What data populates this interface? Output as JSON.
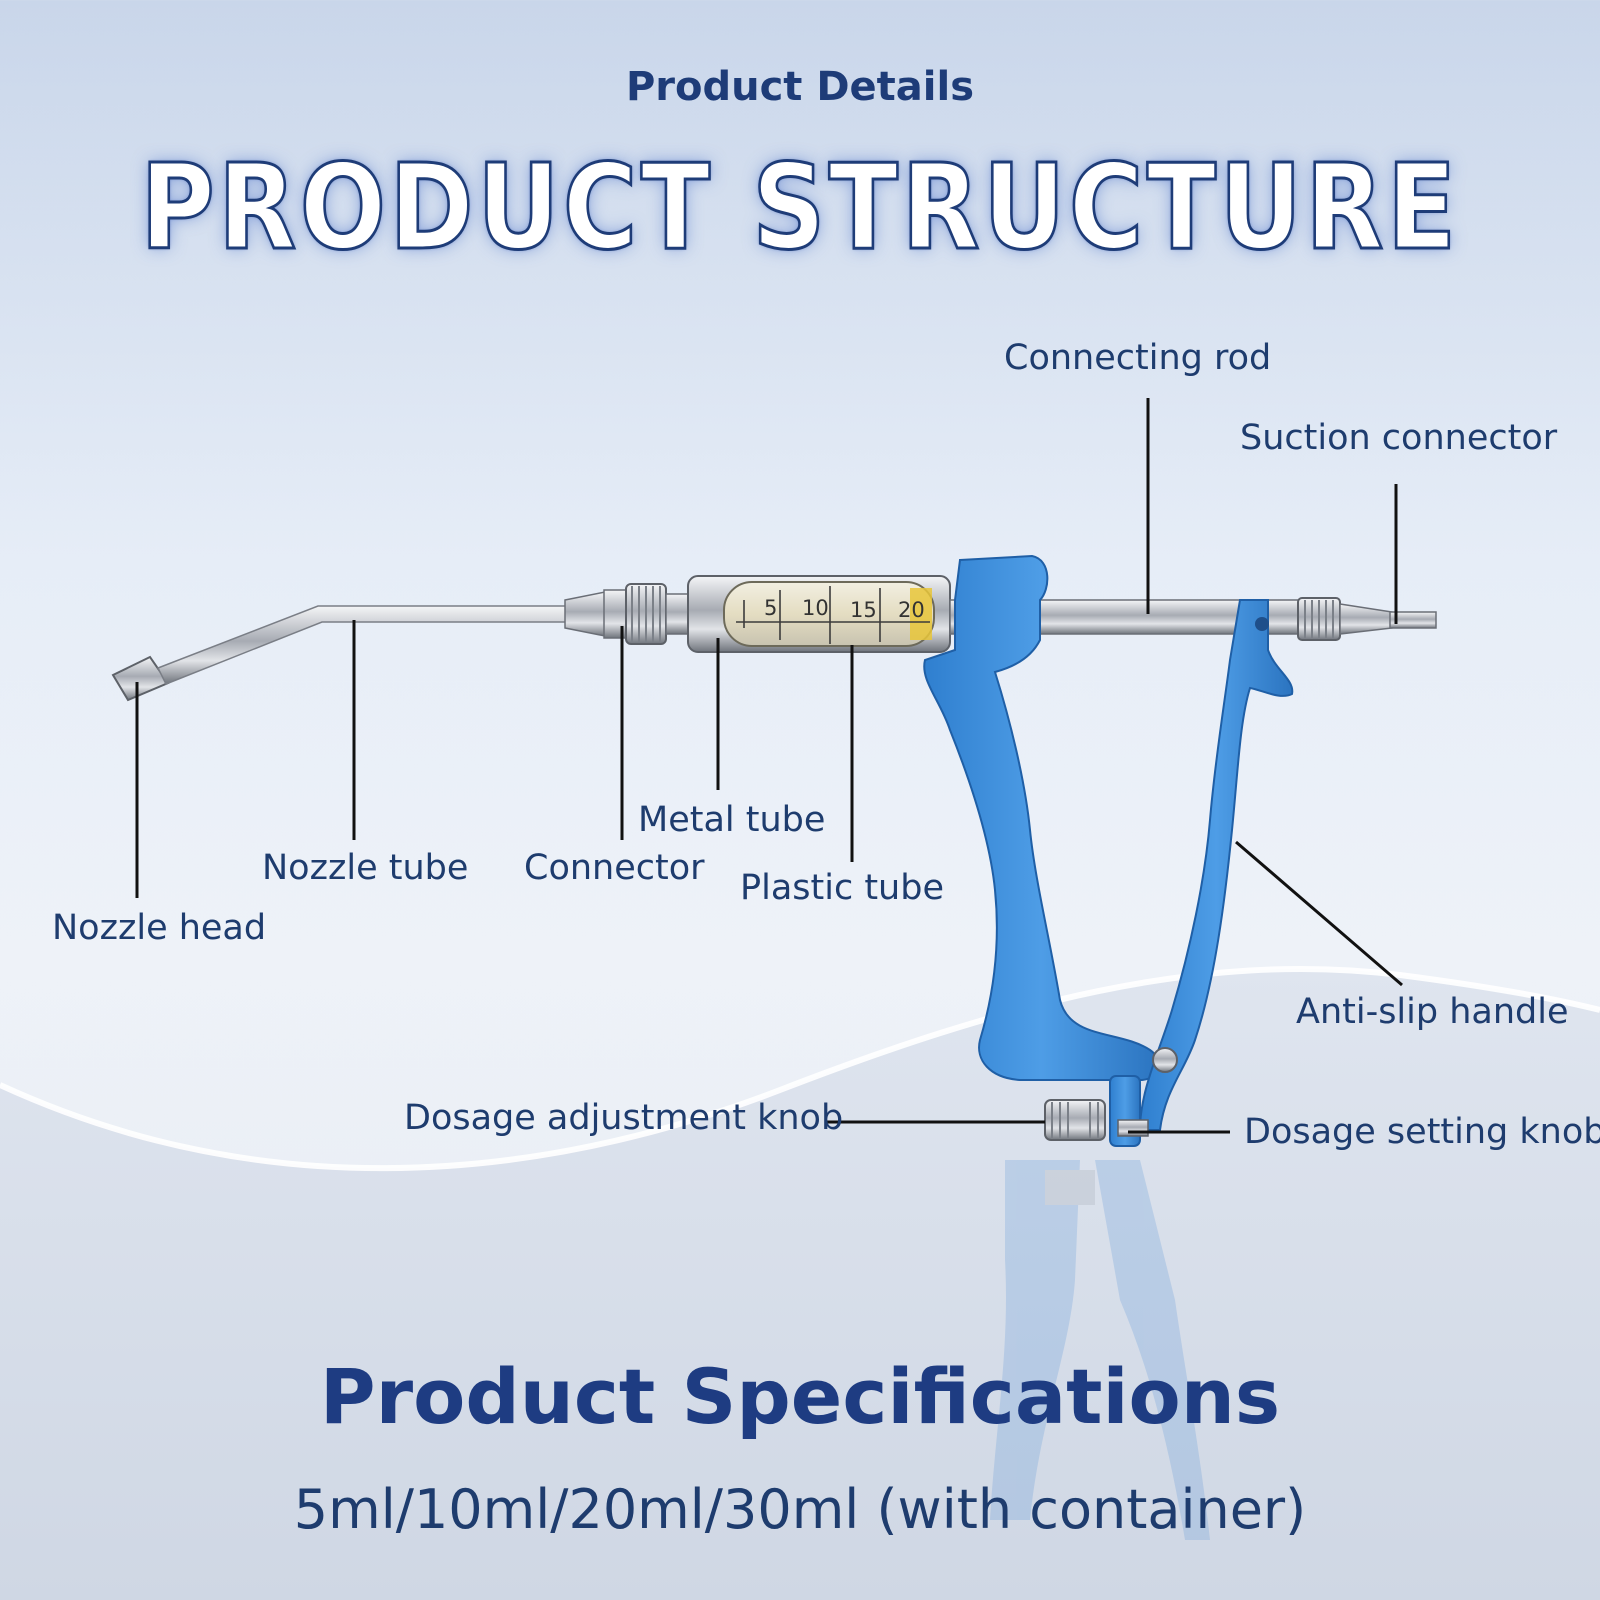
{
  "header": {
    "eyebrow": "Product Details",
    "title": "PRODUCT STRUCTURE"
  },
  "diagram": {
    "barrel_scale": [
      "5",
      "10",
      "15",
      "20"
    ],
    "labels": {
      "connecting_rod": "Connecting rod",
      "suction_connector": "Suction connector",
      "metal_tube": "Metal tube",
      "nozzle_tube": "Nozzle tube",
      "connector": "Connector",
      "plastic_tube": "Plastic tube",
      "nozzle_head": "Nozzle head",
      "anti_slip_handle": "Anti-slip handle",
      "dosage_adjustment_knob": "Dosage adjustment knob",
      "dosage_setting_knob": "Dosage setting knob"
    },
    "colors": {
      "handle": "#3f8fd8",
      "text": "#1e3c6e",
      "steel": "#b8bcc4"
    }
  },
  "specs": {
    "title": "Product Specifications",
    "value": "5ml/10ml/20ml/30ml (with container)"
  }
}
